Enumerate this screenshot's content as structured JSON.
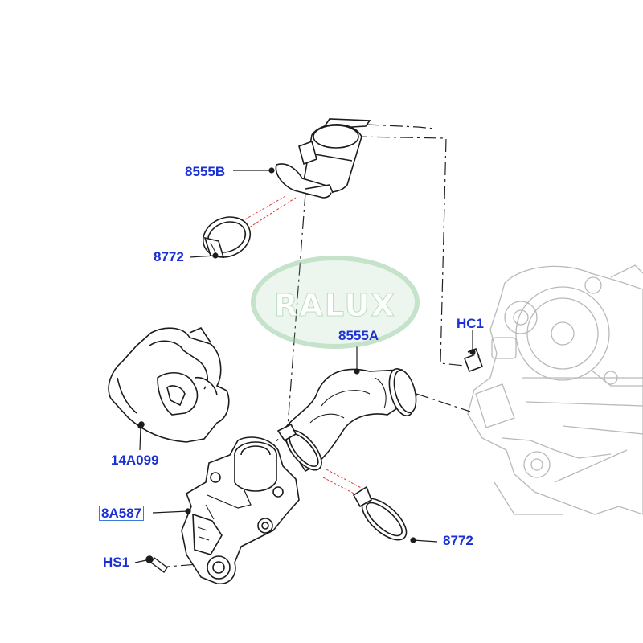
{
  "watermark": {
    "text": "RALUX"
  },
  "labels": {
    "p8555b": "8555B",
    "p8772_top": "8772",
    "p14a099": "14A099",
    "p8a587": "8A587",
    "hs1": "HS1",
    "p8555a": "8555A",
    "hc1": "HC1",
    "p8772_bottom": "8772"
  },
  "colors": {
    "label": "#1a2fd4",
    "linework": "#1c1c1c",
    "engine_ghost": "#b9b9b9",
    "red_guide": "#e23a3a",
    "watermark": "#a8d8b0"
  }
}
